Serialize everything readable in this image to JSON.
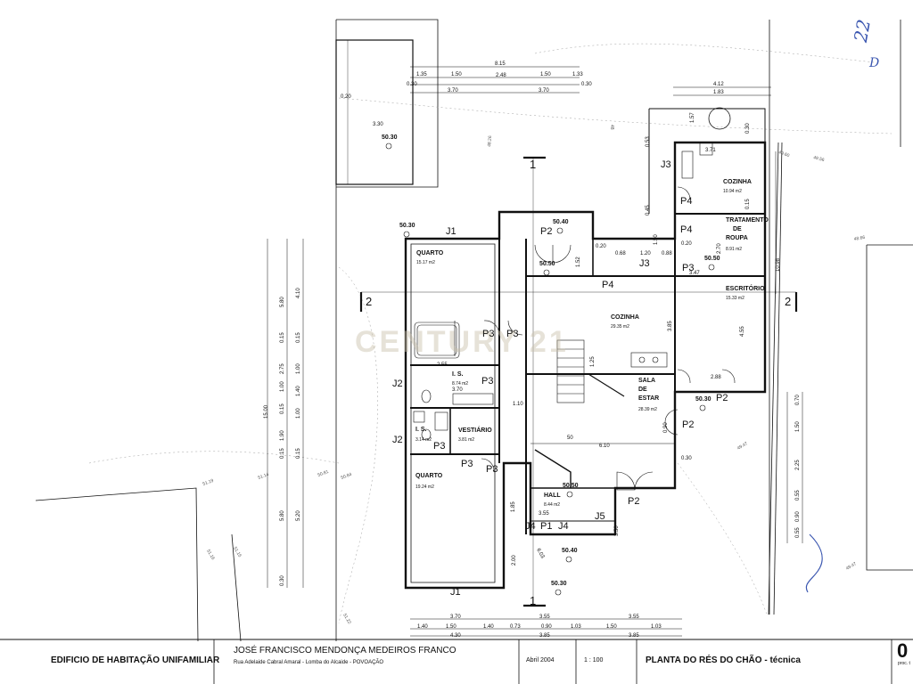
{
  "title_block": {
    "project": "EDIFICIO DE HABITAÇÃO UNIFAMILIAR",
    "owner": "JOSÉ FRANCISCO MENDONÇA MEDEIROS FRANCO",
    "address": "Rua Adelaide Cabral Amaral - Lomba do Alcaide - POVOAÇÃO",
    "date": "Abril 2004",
    "scale": "1 : 100",
    "drawing_title": "PLANTA DO RÉS DO CHÃO - técnica",
    "sheet_number": "0",
    "sheet_suffix": "proc. t"
  },
  "watermark": "CENTURY 21",
  "handwritten": [
    "22",
    "D"
  ],
  "section_marks": [
    "1",
    "1",
    "2",
    "2"
  ],
  "rooms": [
    {
      "name": "QUARTO",
      "area": "15.17 m2"
    },
    {
      "name": "COZINHA",
      "area": "29.35 m2"
    },
    {
      "name": "COZINHA",
      "area": "10.94 m2"
    },
    {
      "name": "TRATAMENTO",
      "line2": "DE",
      "line3": "ROUPA",
      "area": "8.91 m2"
    },
    {
      "name": "ESCRITÓRIO",
      "area": "15.33 m2"
    },
    {
      "name": "SALA",
      "line2": "DE",
      "line3": "ESTAR",
      "area": "28.39 m2"
    },
    {
      "name": "I. S.",
      "area": "8.74 m2"
    },
    {
      "name": "I. S.",
      "area": "3.14 m2"
    },
    {
      "name": "VESTIÁRIO",
      "area": "3.81 m2"
    },
    {
      "name": "QUARTO",
      "area": "19.24 m2"
    },
    {
      "name": "HALL",
      "area": "8.44 m2"
    }
  ],
  "openings": {
    "windows": [
      "J1",
      "J1",
      "J2",
      "J2",
      "J3",
      "J3",
      "J4",
      "J4",
      "J5"
    ],
    "doors": [
      "P1",
      "P2",
      "P2",
      "P2",
      "P2",
      "P3",
      "P3",
      "P3",
      "P3",
      "P3",
      "P3",
      "P3",
      "P4",
      "P4",
      "P4"
    ]
  },
  "levels": [
    "50.30",
    "50.30",
    "50.40",
    "50.50",
    "50.50",
    "50.30",
    "50.50",
    "50.40",
    "50.30"
  ],
  "dimensions": {
    "top_total": "8.15",
    "top_chain": [
      "1.35",
      "1.50",
      "1.50",
      "1.33"
    ],
    "top_mid": "2.48",
    "top_inner": [
      "0.30",
      "3.70",
      "3.70",
      "0.30"
    ],
    "top_right": [
      "4.12",
      "1.83"
    ],
    "left_total": "15.00",
    "left_chain": [
      "5.80",
      "0.15",
      "2.75",
      "1.00",
      "0.15",
      "1.90",
      "0.15",
      "5.80",
      "0.30"
    ],
    "left_inner": [
      "4.10",
      "0.15",
      "1.00",
      "1.40",
      "1.00",
      "0.15",
      "5.20"
    ],
    "bottom_chain": [
      "1.40",
      "1.50",
      "1.40",
      "0.73",
      "0.90",
      "1.03",
      "1.50",
      "1.03"
    ],
    "bottom_totals": [
      "3.70",
      "3.55",
      "3.55",
      "4.30",
      "3.85",
      "3.85"
    ],
    "right_chain": [
      "0.70",
      "1.50",
      "2.25",
      "0.55",
      "0.90",
      "0.55"
    ],
    "right_total": "10.98",
    "misc": [
      "6.10",
      "50",
      "2.55",
      "3.70",
      "1.10",
      "0.20",
      "0.68",
      "1.20",
      "0.88",
      "1.52",
      "3.85",
      "4.55",
      "1.25",
      "0.30",
      "0.90",
      "3.50",
      "2.00",
      "3.55",
      "6.03",
      "3.30",
      "0.20",
      "1.57",
      "3.71",
      "0.53",
      "0.30",
      "0.15",
      "2.70",
      "0.20",
      "3.47",
      "0.45",
      "1.50",
      "2.88",
      "1.85"
    ]
  },
  "terrain_contours": [
    "48.26",
    "48",
    "49.60",
    "49.56",
    "49.47",
    "50.81",
    "50.84",
    "51.14",
    "51.19",
    "51.15",
    "51.16",
    "51.22",
    "49.47",
    "48.66"
  ],
  "colors": {
    "ink": "#111111",
    "paper": "#ffffff",
    "watermark": "#c8bfa8",
    "handwriting": "#3a56b0"
  }
}
